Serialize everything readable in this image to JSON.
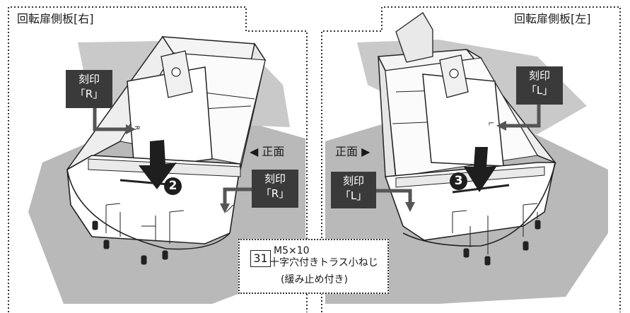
{
  "left_panel": {
    "title": "回転扉側板[右]",
    "marking_upper": {
      "heading": "刻印",
      "code": "「R」"
    },
    "marking_lower": {
      "heading": "刻印",
      "code": "「R」"
    },
    "step": "2",
    "direction": "◀ 正面",
    "panel_letter": "R"
  },
  "right_panel": {
    "title": "回転扉側板[左]",
    "marking_upper": {
      "heading": "刻印",
      "code": "「L」"
    },
    "marking_lower": {
      "heading": "刻印",
      "code": "「L」"
    },
    "step": "3",
    "direction": "正面 ▶",
    "panel_letter": "L"
  },
  "screw_callout": {
    "part_number": "31",
    "size": "M5×10",
    "name": "十字穴付きトラス小ねじ",
    "note": "(緩み止め付き)"
  }
}
